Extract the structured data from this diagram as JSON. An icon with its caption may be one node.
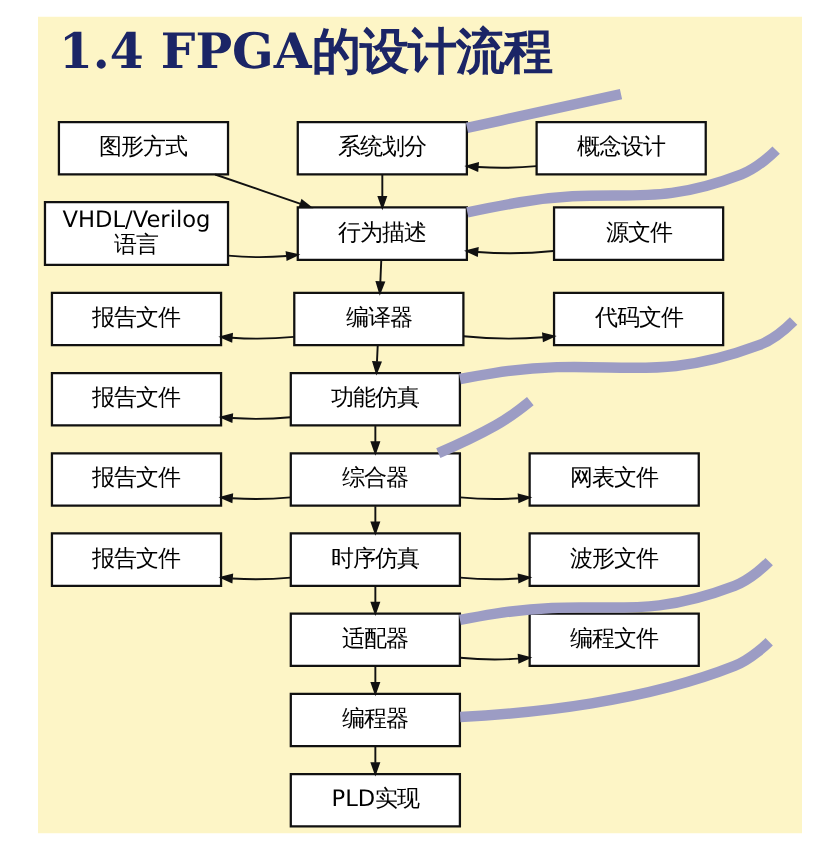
{
  "diagram": {
    "title": "1.4 FPGA的设计流程",
    "nodes": [
      {
        "text": [
          "图形方式"
        ]
      },
      {
        "text": [
          "系统划分"
        ]
      },
      {
        "text": [
          "概念设计"
        ]
      },
      {
        "text": [
          "VHDL/Verilog 语言"
        ]
      },
      {
        "text": [
          "行为描述"
        ]
      },
      {
        "text": [
          "源文件"
        ]
      },
      {
        "text": [
          "报告文件"
        ]
      },
      {
        "text": [
          "编译器"
        ]
      },
      {
        "text": [
          "代码文件"
        ]
      },
      {
        "text": [
          "报告文件"
        ]
      },
      {
        "text": [
          "功能仿真"
        ]
      },
      {
        "text": [
          "报告文件"
        ]
      },
      {
        "text": [
          "综合器"
        ]
      },
      {
        "text": [
          "网表文件"
        ]
      },
      {
        "text": [
          "报告文件"
        ]
      },
      {
        "text": [
          "时序仿真"
        ]
      },
      {
        "text": [
          "波形文件"
        ]
      },
      {
        "text": [
          "适配器"
        ]
      },
      {
        "text": [
          "编程文件"
        ]
      },
      {
        "text": [
          "编程器"
        ]
      },
      {
        "text": [
          "PLD实现"
        ]
      }
    ],
    "edges": [
      {
        "from": 2,
        "to": 1,
        "arrow": "to"
      },
      {
        "from": 0,
        "to": 4,
        "arrow": "to"
      },
      {
        "from": 1,
        "to": 4,
        "arrow": "to"
      },
      {
        "from": 3,
        "to": 4,
        "arrow": "to"
      },
      {
        "from": 5,
        "to": 4,
        "arrow": "to"
      },
      {
        "from": 4,
        "to": 7,
        "arrow": "to"
      },
      {
        "from": 7,
        "to": 6,
        "arrow": "to"
      },
      {
        "from": 7,
        "to": 8,
        "arrow": "to"
      },
      {
        "from": 7,
        "to": 10,
        "arrow": "to"
      },
      {
        "from": 10,
        "to": 9,
        "arrow": "to"
      },
      {
        "from": 10,
        "to": 12,
        "arrow": "to"
      },
      {
        "from": 12,
        "to": 11,
        "arrow": "to"
      },
      {
        "from": 12,
        "to": 13,
        "arrow": "to"
      },
      {
        "from": 12,
        "to": 15,
        "arrow": "to"
      },
      {
        "from": 15,
        "to": 14,
        "arrow": "to"
      },
      {
        "from": 15,
        "to": 16,
        "arrow": "to"
      },
      {
        "from": 15,
        "to": 17,
        "arrow": "to"
      },
      {
        "from": 17,
        "to": 18,
        "arrow": "to"
      },
      {
        "from": 17,
        "to": 19,
        "arrow": "to"
      },
      {
        "from": 19,
        "to": 20,
        "arrow": "to"
      },
      {
        "from": null,
        "to": 1,
        "arrow": "none",
        "style": "thick",
        "color": "#9c9cc4"
      },
      {
        "from": null,
        "to": 4,
        "arrow": "none",
        "style": "thick",
        "color": "#9c9cc4"
      },
      {
        "from": null,
        "to": 10,
        "arrow": "none",
        "style": "thick",
        "color": "#9c9cc4"
      },
      {
        "from": null,
        "to": 12,
        "arrow": "none",
        "style": "thick",
        "color": "#9c9cc4"
      },
      {
        "from": null,
        "to": 17,
        "arrow": "none",
        "style": "thick",
        "color": "#9c9cc4"
      },
      {
        "from": null,
        "to": 19,
        "arrow": "none",
        "style": "thick",
        "color": "#9c9cc4"
      }
    ]
  }
}
